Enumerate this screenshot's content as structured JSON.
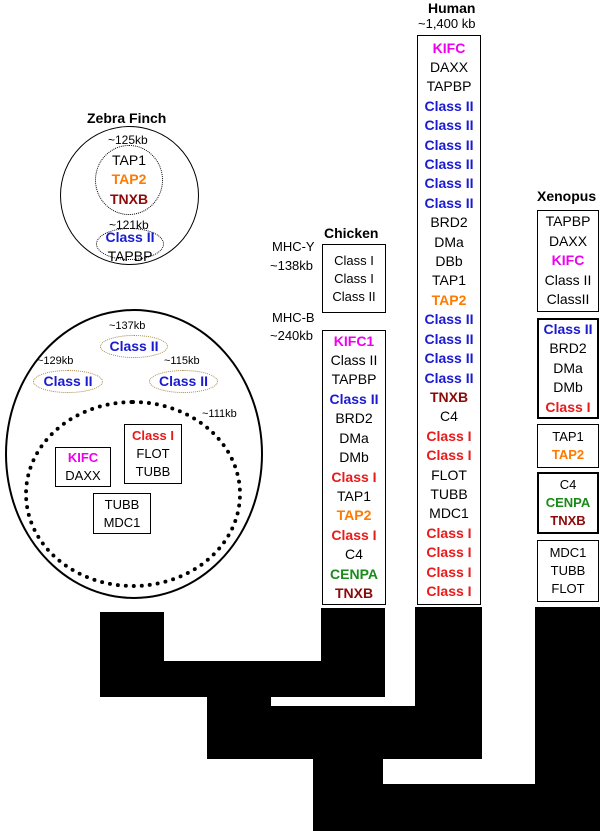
{
  "colors": {
    "blue": "#1a1ad0",
    "red": "#e81a1a",
    "orange": "#ff7a00",
    "magenta": "#ee00ee",
    "darkred": "#8b0a0a",
    "green": "#1a8a1a",
    "black": "#000000"
  },
  "zebra_finch": {
    "title": "Zebra Finch",
    "upper_size": "~125kb",
    "upper_genes": [
      {
        "name": "TAP1",
        "color": "black"
      },
      {
        "name": "TAP2",
        "color": "orange"
      },
      {
        "name": "TNXB",
        "color": "darkred"
      }
    ],
    "lower_size": "~121kb",
    "lower_genes": [
      {
        "name": "Class II",
        "color": "blue"
      },
      {
        "name": "TAPBP",
        "color": "black"
      }
    ]
  },
  "big_oval": {
    "size_137": "~137kb",
    "size_129": "~129kb",
    "size_115": "~115kb",
    "size_111": "~111kb",
    "class2_label": "Class II",
    "kifc_box": [
      {
        "name": "KIFC",
        "color": "magenta"
      },
      {
        "name": "DAXX",
        "color": "black"
      }
    ],
    "classI_box": [
      {
        "name": "Class I",
        "color": "red"
      },
      {
        "name": "FLOT",
        "color": "black"
      },
      {
        "name": "TUBB",
        "color": "black"
      }
    ],
    "tubb_box": [
      {
        "name": "TUBB",
        "color": "black"
      },
      {
        "name": "MDC1",
        "color": "black"
      }
    ]
  },
  "chicken": {
    "title": "Chicken",
    "mhc_y_label": "MHC-Y",
    "mhc_y_size": "~138kb",
    "mhc_y_genes": [
      {
        "name": "Class I",
        "color": "black"
      },
      {
        "name": "Class I",
        "color": "black"
      },
      {
        "name": "Class II",
        "color": "black"
      }
    ],
    "mhc_b_label": "MHC-B",
    "mhc_b_size": "~240kb",
    "mhc_b_genes": [
      {
        "name": "KIFC1",
        "color": "magenta"
      },
      {
        "name": "Class II",
        "color": "black"
      },
      {
        "name": "TAPBP",
        "color": "black"
      },
      {
        "name": "Class II",
        "color": "blue"
      },
      {
        "name": "BRD2",
        "color": "black"
      },
      {
        "name": "DMa",
        "color": "black"
      },
      {
        "name": "DMb",
        "color": "black"
      },
      {
        "name": "Class I",
        "color": "red"
      },
      {
        "name": "TAP1",
        "color": "black"
      },
      {
        "name": "TAP2",
        "color": "orange"
      },
      {
        "name": "Class I",
        "color": "red"
      },
      {
        "name": "C4",
        "color": "black"
      },
      {
        "name": "CENPA",
        "color": "green"
      },
      {
        "name": "TNXB",
        "color": "darkred"
      }
    ]
  },
  "human": {
    "title": "Human",
    "size": "~1,400 kb",
    "genes": [
      {
        "name": "KIFC",
        "color": "magenta"
      },
      {
        "name": "DAXX",
        "color": "black"
      },
      {
        "name": "TAPBP",
        "color": "black"
      },
      {
        "name": "Class II",
        "color": "blue"
      },
      {
        "name": "Class II",
        "color": "blue"
      },
      {
        "name": "Class II",
        "color": "blue"
      },
      {
        "name": "Class II",
        "color": "blue"
      },
      {
        "name": "Class II",
        "color": "blue"
      },
      {
        "name": "Class II",
        "color": "blue"
      },
      {
        "name": "BRD2",
        "color": "black"
      },
      {
        "name": "DMa",
        "color": "black"
      },
      {
        "name": "DBb",
        "color": "black"
      },
      {
        "name": "TAP1",
        "color": "black"
      },
      {
        "name": "TAP2",
        "color": "orange"
      },
      {
        "name": "Class II",
        "color": "blue"
      },
      {
        "name": "Class II",
        "color": "blue"
      },
      {
        "name": "Class II",
        "color": "blue"
      },
      {
        "name": "Class II",
        "color": "blue"
      },
      {
        "name": "TNXB",
        "color": "darkred"
      },
      {
        "name": "C4",
        "color": "black"
      },
      {
        "name": "Class I",
        "color": "red"
      },
      {
        "name": "Class I",
        "color": "red"
      },
      {
        "name": "FLOT",
        "color": "black"
      },
      {
        "name": "TUBB",
        "color": "black"
      },
      {
        "name": "MDC1",
        "color": "black"
      },
      {
        "name": "Class I",
        "color": "red"
      },
      {
        "name": "Class I",
        "color": "red"
      },
      {
        "name": "Class I",
        "color": "red"
      },
      {
        "name": "Class I",
        "color": "red"
      }
    ]
  },
  "xenopus": {
    "title": "Xenopus",
    "box1": [
      {
        "name": "TAPBP",
        "color": "black"
      },
      {
        "name": "DAXX",
        "color": "black"
      },
      {
        "name": "KIFC",
        "color": "magenta"
      },
      {
        "name": "Class II",
        "color": "black"
      },
      {
        "name": "ClassII",
        "color": "black"
      }
    ],
    "box2": [
      {
        "name": "Class II",
        "color": "blue"
      },
      {
        "name": "BRD2",
        "color": "black"
      },
      {
        "name": "DMa",
        "color": "black"
      },
      {
        "name": "DMb",
        "color": "black"
      },
      {
        "name": "Class I",
        "color": "red"
      }
    ],
    "box3": [
      {
        "name": "TAP1",
        "color": "black"
      },
      {
        "name": "TAP2",
        "color": "orange"
      }
    ],
    "box4": [
      {
        "name": "C4",
        "color": "black"
      },
      {
        "name": "CENPA",
        "color": "green"
      },
      {
        "name": "TNXB",
        "color": "darkred"
      }
    ],
    "box5": [
      {
        "name": "MDC1",
        "color": "black"
      },
      {
        "name": "TUBB",
        "color": "black"
      },
      {
        "name": "FLOT",
        "color": "black"
      }
    ]
  }
}
